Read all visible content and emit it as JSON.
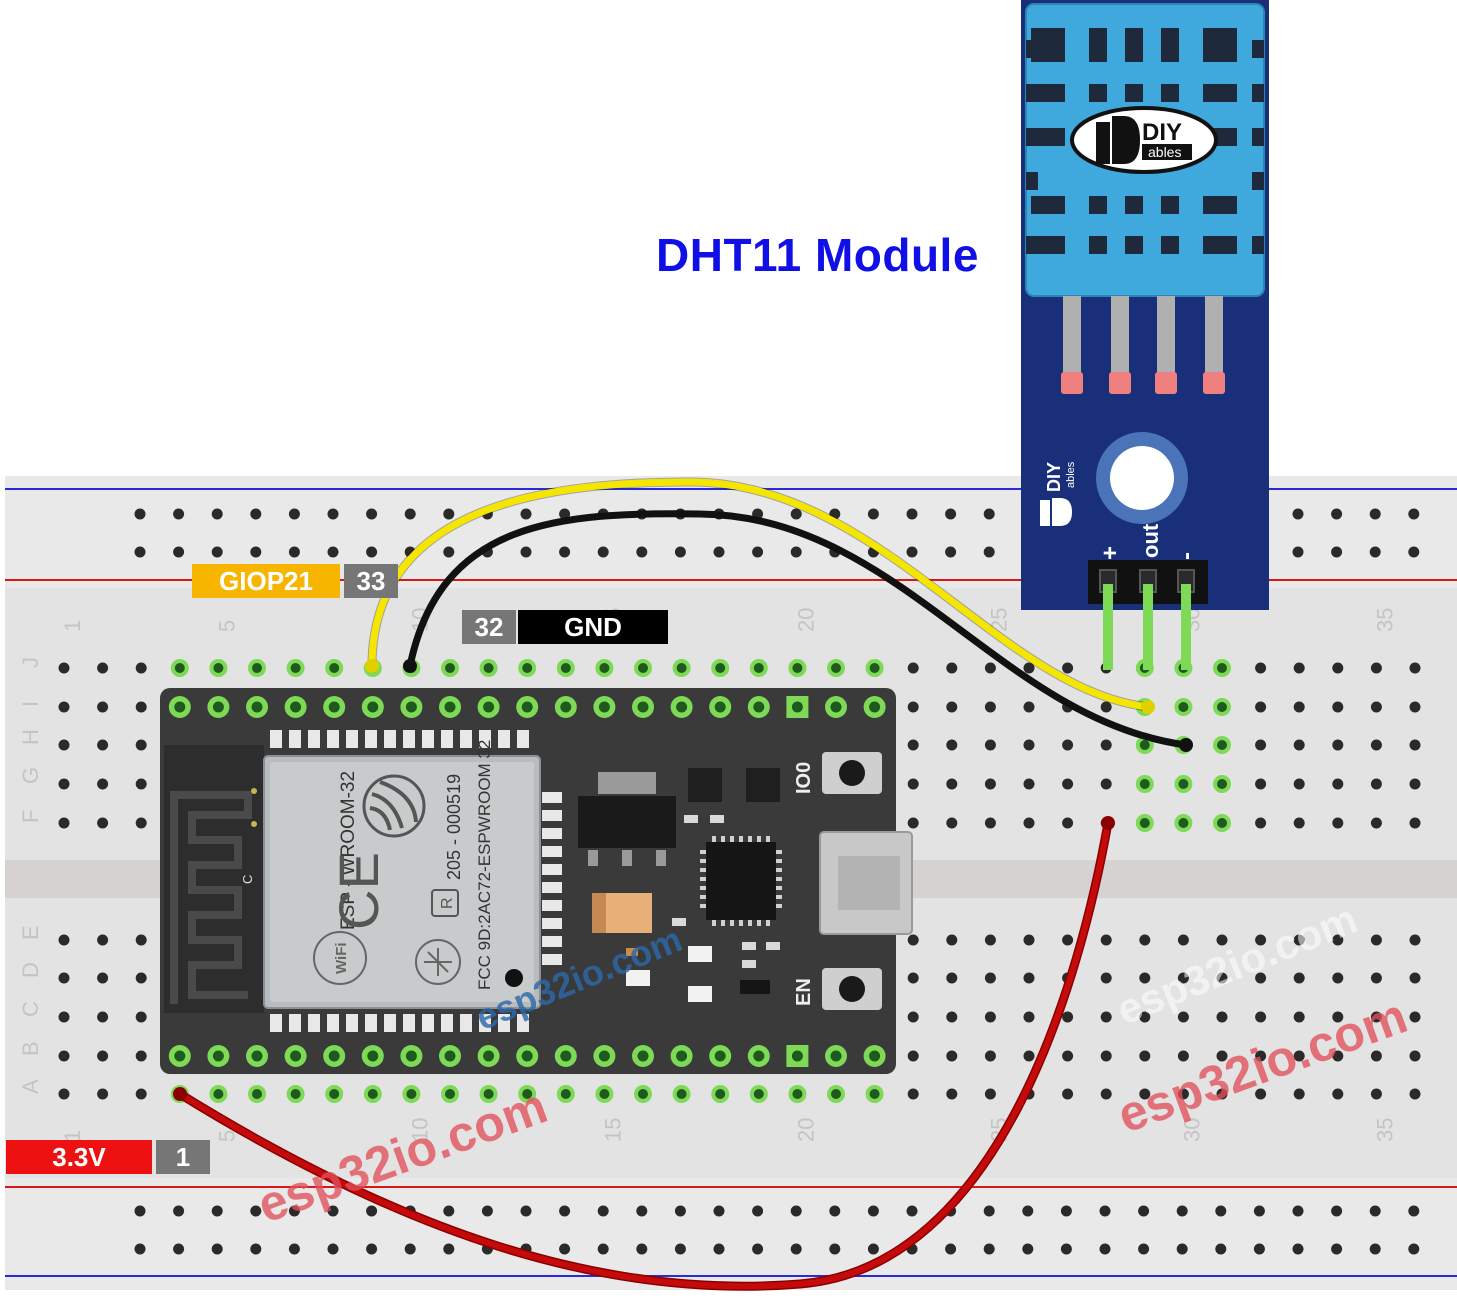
{
  "title": "DHT11 Module",
  "pin_labels": {
    "data": {
      "name": "GIOP21",
      "number": "33"
    },
    "ground": {
      "number": "32",
      "name": "GND"
    },
    "power": {
      "name": "3.3V",
      "number": "1"
    }
  },
  "breadboard": {
    "row_letters_top": [
      "J",
      "I",
      "H",
      "G",
      "F"
    ],
    "row_letters_bottom": [
      "E",
      "D",
      "C",
      "B",
      "A"
    ],
    "column_numbers": [
      "1",
      "5",
      "10",
      "15",
      "20",
      "25",
      "30",
      "35"
    ]
  },
  "esp32": {
    "module_text": "ESP - WROOM-32",
    "cert_text": "205 - 000519",
    "fcc_text": "FCC 9D:2AC72-ESPWROOM 32",
    "button_io0": "IO0",
    "button_en": "EN",
    "wifi_text": "WiFi",
    "antenna_mark": "C",
    "r_mark": "R",
    "ce_mark": "CE"
  },
  "sensor": {
    "logo_top": "DIY",
    "logo_bottom": "ables",
    "pin_plus": "+",
    "pin_out": "out",
    "pin_minus": "-"
  },
  "watermark": "esp32io.com",
  "colors": {
    "wire_data": "#f5e600",
    "wire_ground": "#111111",
    "wire_power": "#c40a0a",
    "board_pcb": "#3a3a3a",
    "sensor_pcb": "#1a2f7a",
    "sensor_body": "#3fa9dd",
    "title": "#1010e6"
  }
}
